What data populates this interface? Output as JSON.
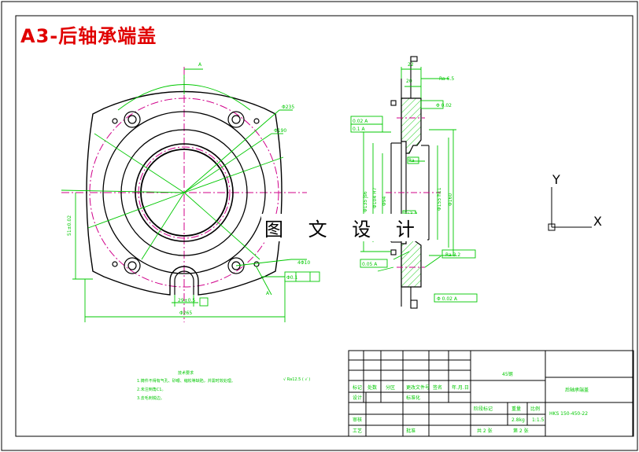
{
  "drawing": {
    "title": "A3-后轴承端盖",
    "watermark": "图 文 设 计",
    "axis_y": "Y",
    "axis_x": "X"
  },
  "colors": {
    "border": "#000000",
    "geometry": "#000000",
    "dimension": "#00c800",
    "centerline": "#d0008a",
    "title": "#e00000"
  }
}
